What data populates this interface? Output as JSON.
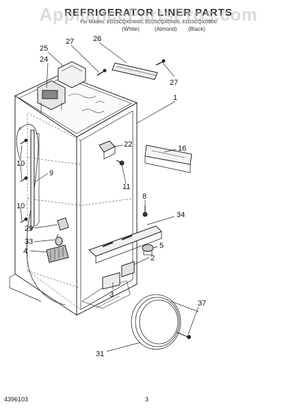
{
  "header": {
    "title": "REFRIGERATOR LINER PARTS",
    "watermark": "AppliancePartsPros.com",
    "models": "For Models: ED25CQXDW00, ED25CQXDN00, ED25CQXDB00",
    "colors": [
      "(White)",
      "(Almond)",
      "(Black)"
    ]
  },
  "callouts": [
    "25",
    "24",
    "27",
    "26",
    "27",
    "1",
    "22",
    "16",
    "11",
    "10",
    "9",
    "10",
    "8",
    "34",
    "29",
    "33",
    "5",
    "4",
    "2",
    "3",
    "37",
    "31"
  ],
  "footer": {
    "doc_number": "4396103",
    "page_number": "3"
  }
}
